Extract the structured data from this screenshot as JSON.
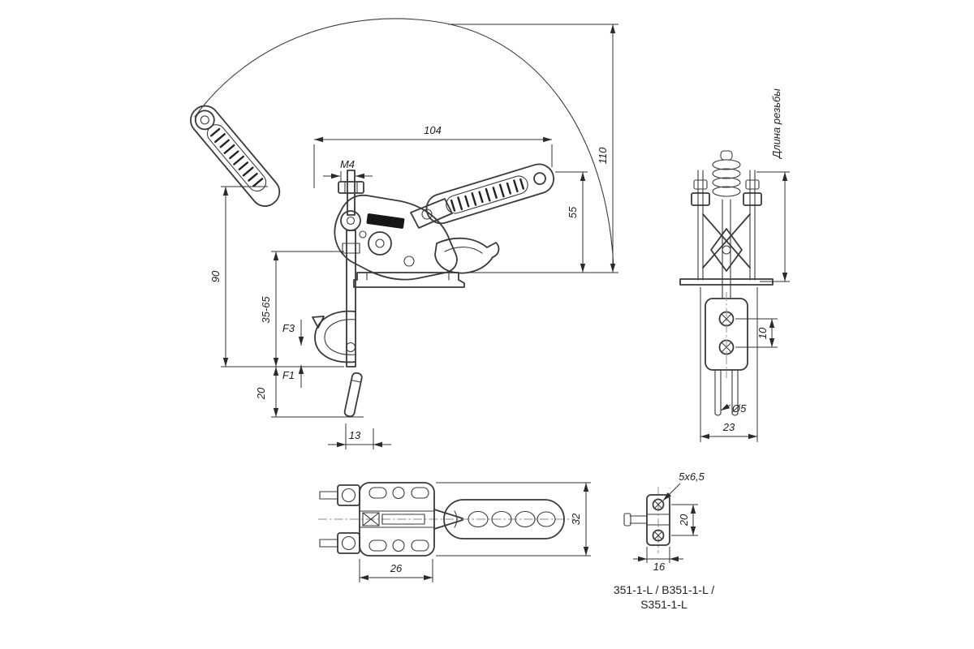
{
  "drawing": {
    "front": {
      "dim_104": "104",
      "dim_m4": "M4",
      "dim_110": "110",
      "dim_55": "55",
      "dim_90": "90",
      "dim_35_65": "35-65",
      "force_f3": "F3",
      "force_f1": "F1",
      "dim_20": "20",
      "dim_13": "13"
    },
    "side": {
      "thread_length_label": "Длина резьбы",
      "dim_10": "10",
      "dim_d5": "Ø5",
      "dim_23": "23"
    },
    "bottom": {
      "dim_26": "26",
      "dim_32": "32"
    },
    "plate": {
      "dim_slot": "5x6,5",
      "dim_20": "20",
      "dim_16": "16"
    },
    "models": {
      "line1": "351-1-L / B351-1-L /",
      "line2": "S351-1-L"
    }
  },
  "colors": {
    "outline": "#3a3a3a",
    "dimension": "#333333",
    "background": "#ffffff"
  }
}
